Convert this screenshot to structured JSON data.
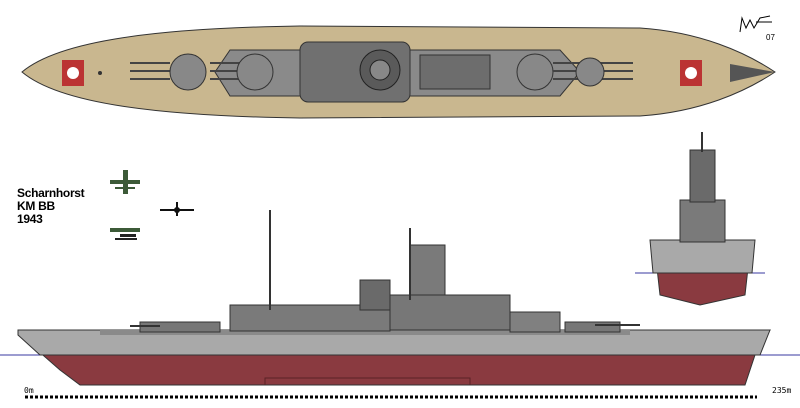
{
  "title": {
    "ship_name": "Scharnhorst",
    "classification": "KM BB",
    "year": "1943"
  },
  "scale": {
    "start_label": "0m",
    "end_label": "235m"
  },
  "signature": {
    "year_label": "07"
  },
  "colors": {
    "deck": "#c9b78f",
    "hull_gray": "#a9a9a9",
    "hull_red": "#8a3a40",
    "waterline": "#3a3aa0",
    "aircraft": "#3c5a38"
  }
}
